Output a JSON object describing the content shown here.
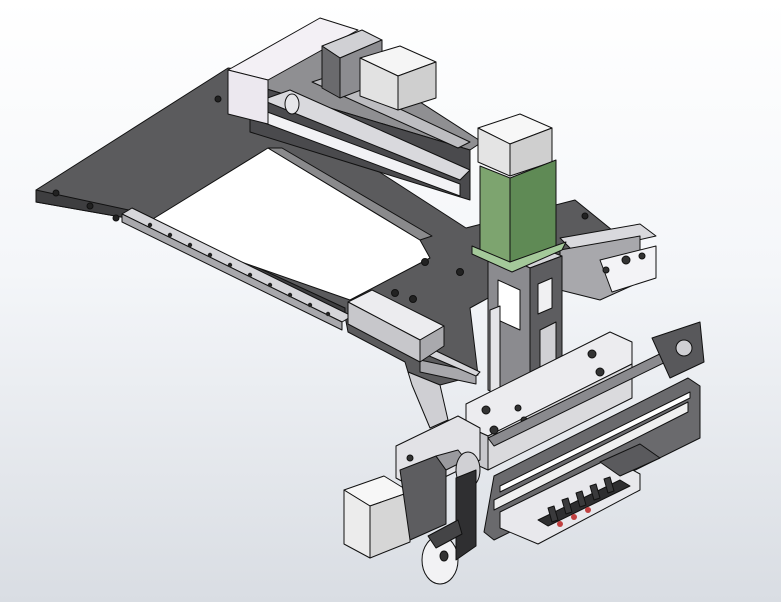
{
  "viewport": {
    "background_top": "#ffffff",
    "background_bottom": "#d9dde3"
  },
  "model": {
    "style": "shaded-with-edges",
    "palette": {
      "plate": "#5a5a5c",
      "plate_dark": "#3e3e40",
      "edge": "#111111",
      "steel": "#c8c8cc",
      "steel_light": "#e6e6ea",
      "motor_white": "#eeeeee",
      "motor_green": "#6f9a62",
      "bracket": "#f0ecf2"
    },
    "parts": [
      "base-plate",
      "x-axis-linear-module",
      "x-axis-stepper-motor",
      "y-linear-guide-rail",
      "rail-carriage",
      "z-axis-stepper-motor",
      "z-axis-column",
      "side-linear-module",
      "end-effector-frame",
      "guide-rod",
      "gripper-array",
      "rotary-stepper-motor",
      "belt-pulley"
    ]
  }
}
